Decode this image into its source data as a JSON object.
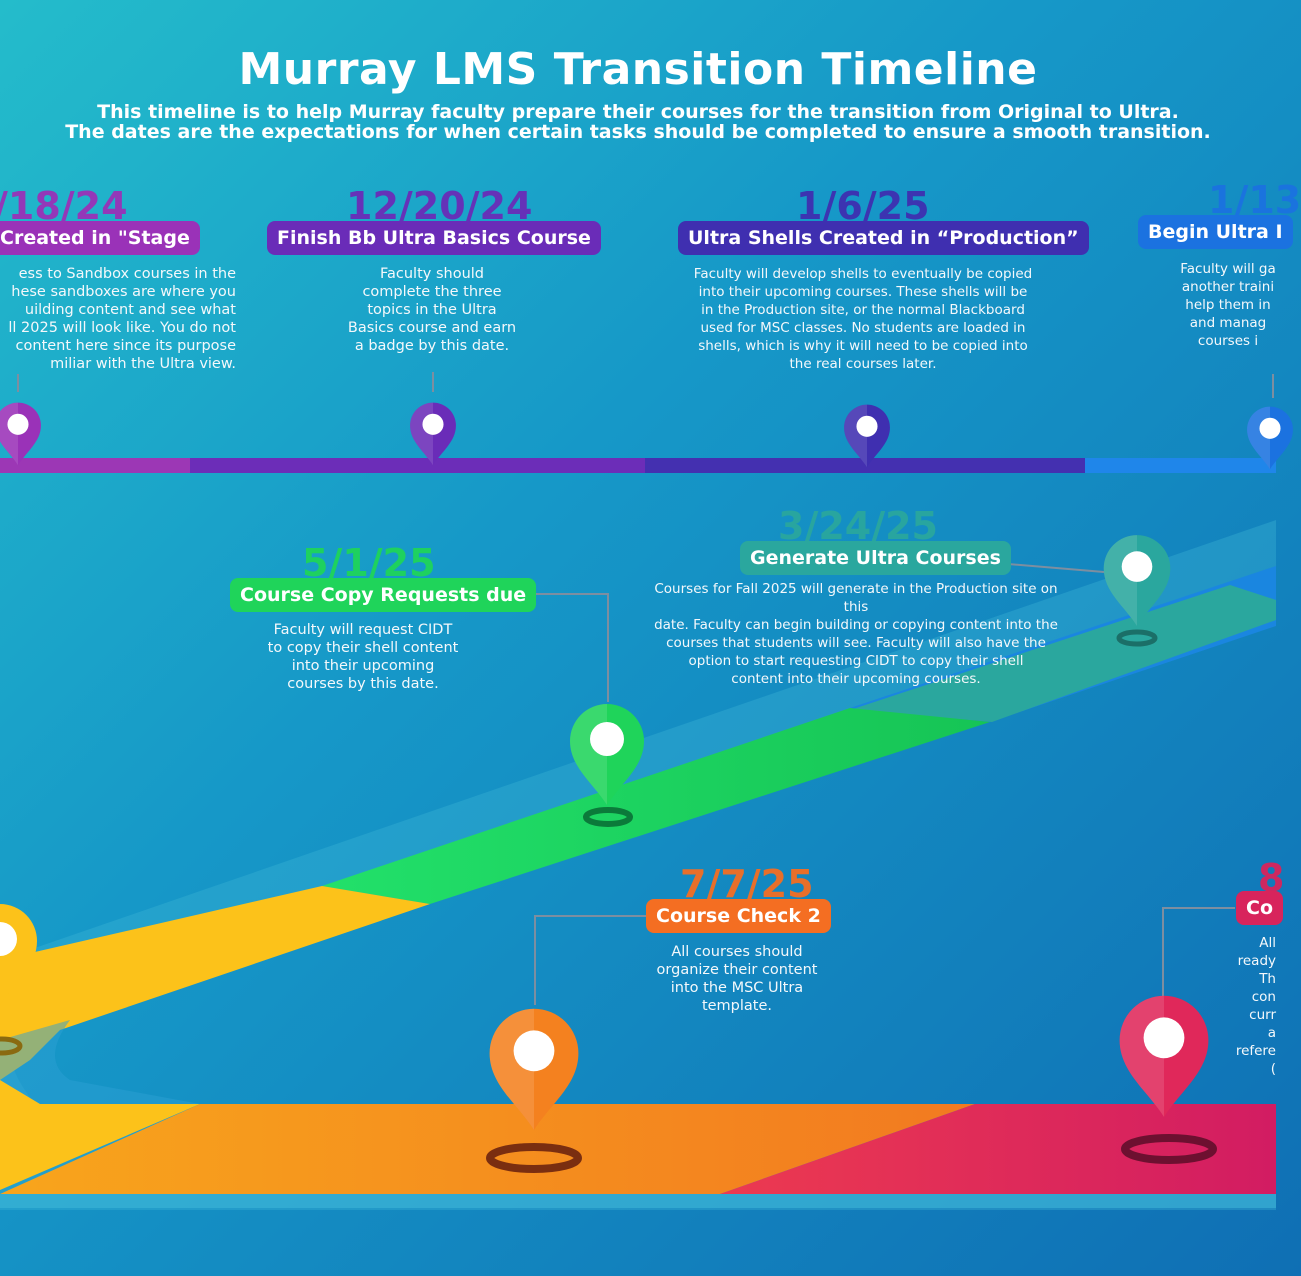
{
  "header": {
    "title": "Murray LMS Transition Timeline",
    "subtitle_line1": "This timeline is to help Murray faculty prepare their courses for the transition from Original to Ultra.",
    "subtitle_line2": "The dates are the expectations for when certain tasks should be completed to ensure a smooth transition."
  },
  "milestones": [
    {
      "date": "/18/24",
      "label": "Created in \"Stage",
      "color": "#9a32b8",
      "desc": "ess to Sandbox courses in the\nhese sandboxes are where you\nuilding content and see what\nll 2025 will look like. You do not\ncontent here since its purpose\nmiliar with the Ultra view."
    },
    {
      "date": "12/20/24",
      "label": "Finish Bb Ultra Basics Course",
      "color": "#6a2cb8",
      "desc": "Faculty should\ncomplete the three\ntopics in the Ultra\nBasics course and earn\na badge by this date."
    },
    {
      "date": "1/6/25",
      "label": "Ultra Shells Created in “Production”",
      "color": "#3f2fb0",
      "desc": "Faculty will develop shells to eventually be copied\ninto their upcoming courses. These shells will be\nin the Production site, or the normal Blackboard\nused for MSC classes. No students are loaded in\nshells, which is why it will need to be copied into\nthe real courses later."
    },
    {
      "date": "1/13",
      "label": "Begin Ultra I",
      "color": "#1b72e0",
      "desc": "Faculty will ga\nanother traini\nhelp them in\nand manag\ncourses i"
    },
    {
      "date": "3/24/25",
      "label": "Generate Ultra Courses",
      "color": "#2aa79e",
      "desc": "Courses for Fall 2025 will generate in the Production site on this\ndate. Faculty can begin building or copying content into the\ncourses that students will see. Faculty will also have the\noption to start requesting CIDT to copy their shell\ncontent into their upcoming courses."
    },
    {
      "date": "5/1/25",
      "label": "Course Copy Requests due",
      "color": "#1fd45a",
      "desc": "Faculty will request CIDT\nto copy their shell content\ninto their upcoming\ncourses by this date."
    },
    {
      "date": "7/7/25",
      "label": "Course Check 2",
      "color": "#f46e22",
      "desc": "All courses should\norganize their content\ninto the MSC Ultra\ntemplate."
    },
    {
      "date": "8",
      "label": "Co",
      "color": "#d8245c",
      "desc": "All\nready\nTh\ncon\ncurr\na\nrefere\n("
    }
  ],
  "colors": {
    "purple": "#9a32b8",
    "violet": "#6a2cb8",
    "indigo": "#3f2fb0",
    "blue": "#1b72e0",
    "teal": "#2aa79e",
    "green": "#1fd45a",
    "yellow": "#fcc21a",
    "orange": "#f4811f",
    "pink": "#e0285a"
  },
  "icons": [
    "map-pin-icon"
  ]
}
